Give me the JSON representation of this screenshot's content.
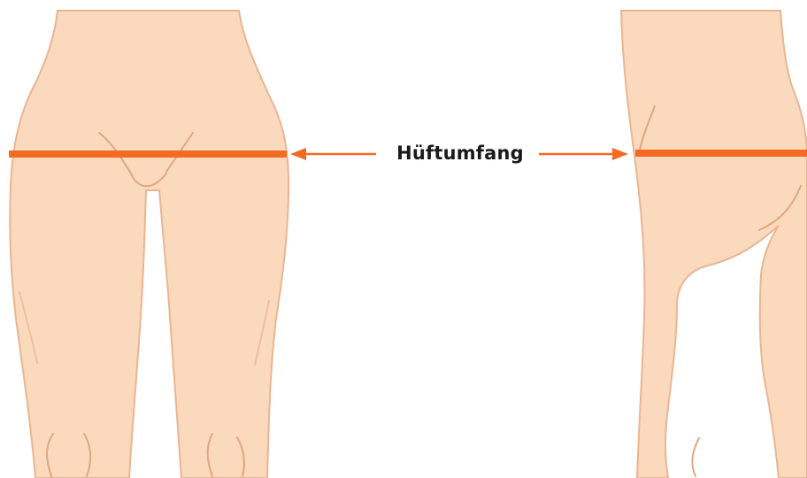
{
  "measurement": {
    "label": "Hüftumfang"
  },
  "colors": {
    "skin": "#fad9bd",
    "skin_outline": "#eab593",
    "skin_shadow": "#e0a783",
    "measure_line": "#f26a24",
    "arrow": "#f26a24",
    "label_text": "#1a1a1a",
    "background": "#ffffff"
  },
  "figures": [
    {
      "view": "front"
    },
    {
      "view": "side"
    }
  ]
}
